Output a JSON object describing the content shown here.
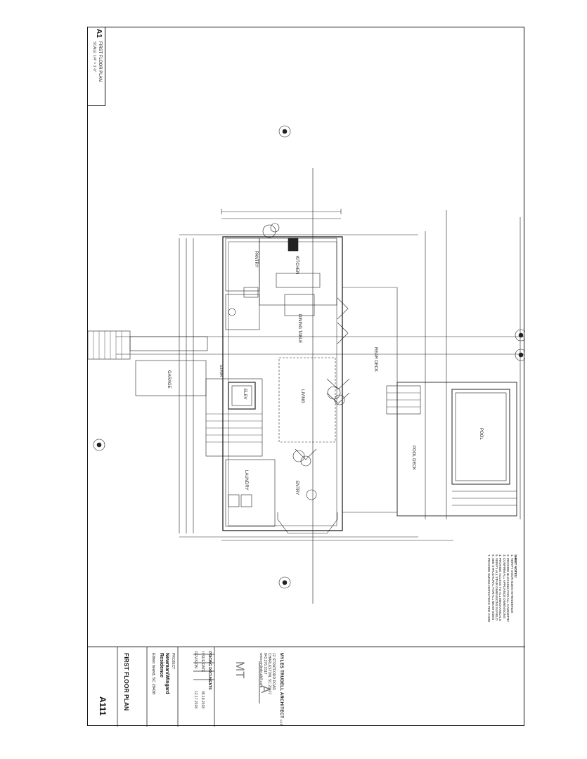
{
  "drawing": {
    "id": "A1",
    "title": "FIRST FLOOR PLAN",
    "scale": "SCALE: 1/4\" = 1'-0\"",
    "rooms": {
      "pantry": "PANTRY",
      "kitchen": "KITCHEN",
      "dining": "DINING TABLE",
      "living": "LIVING",
      "elevator": "ELEV",
      "stair": "STAIR",
      "laundry": "LAUNDRY",
      "entry": "ENTRY",
      "garage": "GARAGE",
      "rear_deck": "REAR DECK",
      "pool_deck": "POOL DECK",
      "pool": "POOL"
    },
    "sheet_notes_title": "SHEET NOTES:",
    "sheet_notes": [
      "1. VERIFY DOOR SIZES IN RESIDENCE",
      "2. PROVIDE BLOCKING FOR ALL CABINETRY",
      "3. CONFIRM ALL APPLIANCE DIMENSIONS",
      "4. PROVIDE ACCESS TO ALL MECHANICALS",
      "5. VERIFY ALL STAIR DIMENSIONS IN FIELD",
      "6. SEE STRUCTURAL FOR ALL BEAM SIZES",
      "7. PROVIDE SMOKE DETECTORS PER CODE"
    ]
  },
  "titleblock": {
    "firm": "MYLES TRUDELL ARCHITECT",
    "firm_suffix": "LLC",
    "monogram_top": "MT",
    "monogram_bottom": "A",
    "address1": "12 STRATFORD ROAD",
    "address2": "CHARLESTON, SC 29407",
    "phone": "843.276.3317",
    "web": "www.mylestrudell.com",
    "phase": "PRICING DOCUMENTS",
    "issue_label": "ISSUE DATE",
    "issue_date": "05.18.2018",
    "revision_label": "REVISION",
    "revision_date": "12.17.2018",
    "project_label": "PROJECT",
    "project_name": "Newman/Wingard Residence",
    "project_address": "Edisto Island, SC 29438",
    "sheet_title": "FIRST FLOOR PLAN",
    "sheet_number": "A111"
  }
}
